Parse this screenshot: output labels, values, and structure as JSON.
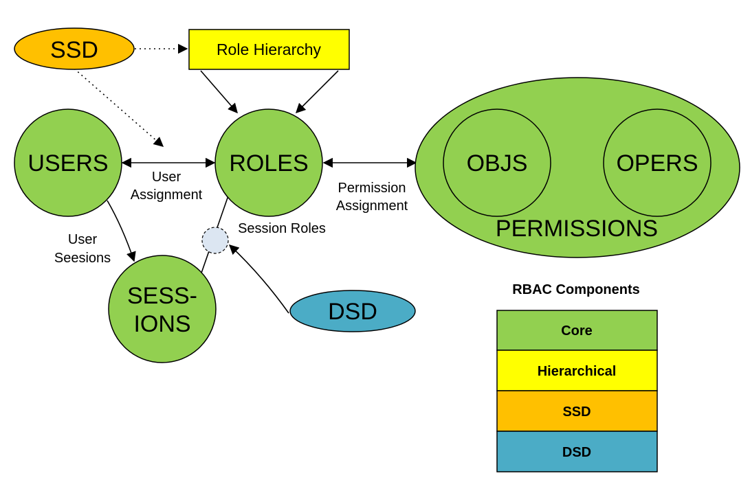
{
  "nodes": {
    "ssd": "SSD",
    "role_hierarchy": "Role Hierarchy",
    "users": "USERS",
    "roles": "ROLES",
    "objs": "OBJS",
    "opers": "OPERS",
    "permissions": "PERMISSIONS",
    "sessions_line1": "SESS-",
    "sessions_line2": "IONS",
    "dsd": "DSD"
  },
  "edges": {
    "user_assignment_line1": "User",
    "user_assignment_line2": "Assignment",
    "permission_assignment_line1": "Permission",
    "permission_assignment_line2": "Assignment",
    "user_sessions_line1": "User",
    "user_sessions_line2": "Seesions",
    "session_roles": "Session Roles"
  },
  "legend": {
    "title": "RBAC Components",
    "items": [
      {
        "label": "Core",
        "color": "#92d050"
      },
      {
        "label": "Hierarchical",
        "color": "#ffff00"
      },
      {
        "label": "SSD",
        "color": "#ffc000"
      },
      {
        "label": "DSD",
        "color": "#4bacc6"
      }
    ]
  },
  "colors": {
    "core": "#92d050",
    "hierarchical": "#ffff00",
    "ssd": "#ffc000",
    "dsd": "#4bacc6",
    "session_roles_node": "#dce6f2"
  }
}
